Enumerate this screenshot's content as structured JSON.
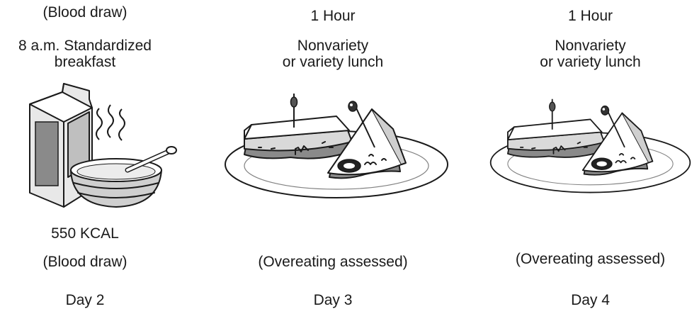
{
  "columns": [
    {
      "top_label": "(Blood draw)",
      "meal_label": "8 a.m. Standardized\nbreakfast",
      "calories": "550 KCAL",
      "bottom_label": "(Blood draw)",
      "day": "Day 2",
      "icon": "breakfast-milk-carton-and-cereal-bowl"
    },
    {
      "top_label": "1 Hour",
      "meal_label": "Nonvariety\nor variety lunch",
      "bottom_label": "(Overeating assessed)",
      "day": "Day 3",
      "icon": "sandwich-plate"
    },
    {
      "top_label": "1 Hour",
      "meal_label": "Nonvariety\nor variety lunch",
      "bottom_label": "(Overeating assessed)",
      "day": "Day 4",
      "icon": "sandwich-plate"
    }
  ]
}
